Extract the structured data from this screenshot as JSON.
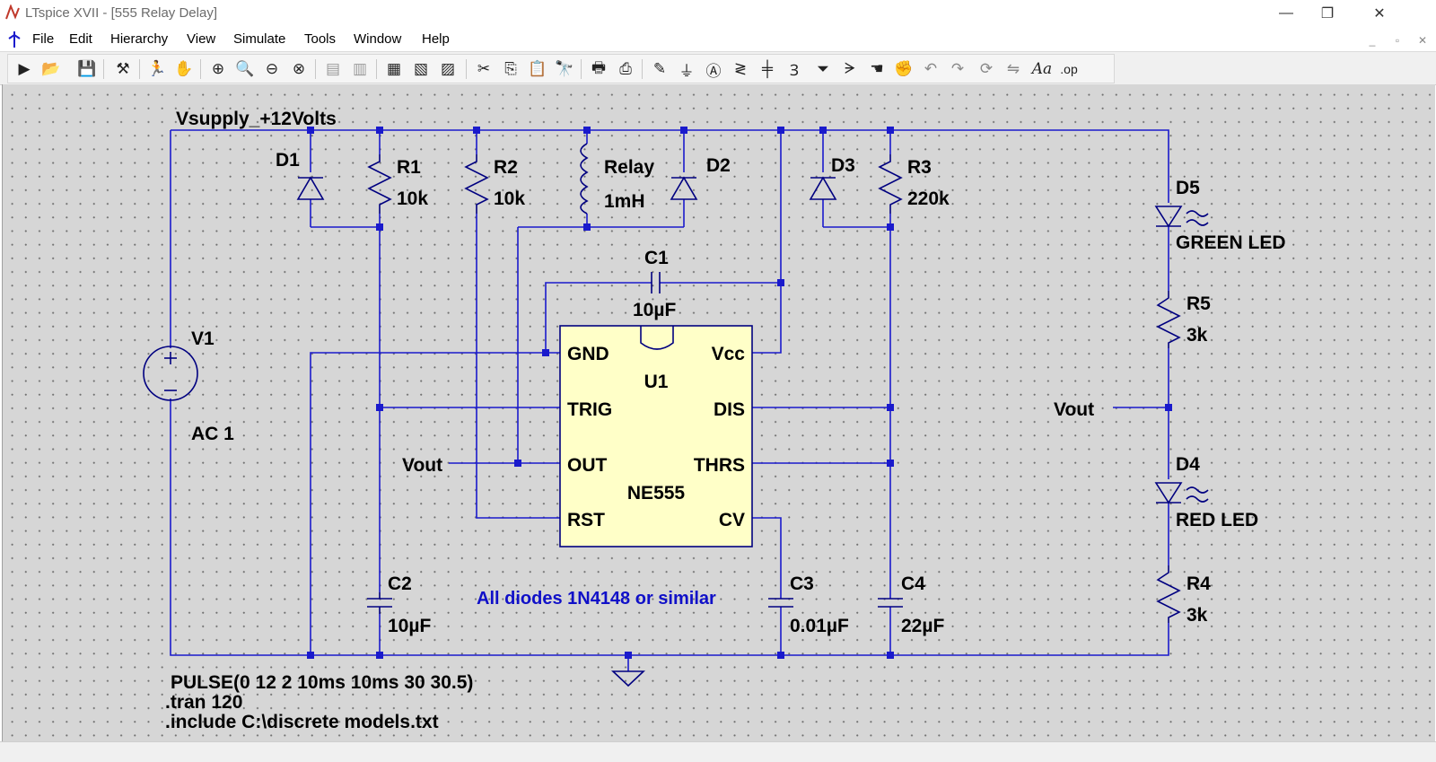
{
  "window": {
    "title": "LTspice XVII - [555 Relay Delay]",
    "minimize": "—",
    "restore": "❐",
    "close": "✕"
  },
  "menu": [
    "File",
    "Edit",
    "Hierarchy",
    "View",
    "Simulate",
    "Tools",
    "Window",
    "Help"
  ],
  "mdi": {
    "minimize": "_",
    "restore": "▫",
    "close": "✕"
  },
  "toolbar": [
    "run-icon",
    "open-icon",
    "save-icon",
    "control-panel-icon",
    "halt-icon",
    "pan-icon",
    "zoom-in-icon",
    "zoom-area-icon",
    "zoom-out-icon",
    "zoom-fit-icon",
    "tile-horizontal-icon",
    "tile-vertical-icon",
    "cascade-icon",
    "cut-icon",
    "copy-icon",
    "paste-icon",
    "find-icon",
    "print-icon",
    "print-setup-icon",
    "draw-wire-icon",
    "ground-icon",
    "label-net-icon",
    "resistor-icon",
    "capacitor-icon",
    "inductor-icon",
    "diode-icon",
    "component-icon",
    "move-icon",
    "drag-icon",
    "undo-icon",
    "redo-icon",
    "rotate-icon",
    "mirror-icon",
    "text-icon",
    "spice-directive-icon"
  ],
  "schematic": {
    "net_labels": {
      "supply": "Vsupply_+12Volts",
      "vout_left": "Vout",
      "vout_right": "Vout"
    },
    "components": {
      "D1": {
        "name": "D1"
      },
      "R1": {
        "name": "R1",
        "value": "10k"
      },
      "R2": {
        "name": "R2",
        "value": "10k"
      },
      "Relay": {
        "name": "Relay",
        "value": "1mH"
      },
      "D2": {
        "name": "D2"
      },
      "D3": {
        "name": "D3"
      },
      "R3": {
        "name": "R3",
        "value": "220k"
      },
      "D5": {
        "name": "D5",
        "value": "GREEN LED"
      },
      "R5": {
        "name": "R5",
        "value": "3k"
      },
      "D4": {
        "name": "D4",
        "value": "RED LED"
      },
      "R4": {
        "name": "R4",
        "value": "3k"
      },
      "C1": {
        "name": "C1",
        "value": "10µF"
      },
      "C2": {
        "name": "C2",
        "value": "10µF"
      },
      "C3": {
        "name": "C3",
        "value": "0.01µF"
      },
      "C4": {
        "name": "C4",
        "value": "22µF"
      },
      "V1": {
        "name": "V1",
        "value": "AC 1"
      },
      "U1": {
        "name": "U1",
        "part": "NE555",
        "pins": {
          "gnd": "GND",
          "trig": "TRIG",
          "out": "OUT",
          "rst": "RST",
          "vcc": "Vcc",
          "dis": "DIS",
          "thrs": "THRS",
          "cv": "CV"
        }
      }
    },
    "note": "All diodes 1N4148 or similar",
    "directives": [
      "PULSE(0 12 2 10ms 10ms 30 30.5)",
      ".tran 120",
      ".include C:\\discrete models.txt"
    ]
  },
  "colors": {
    "wire": "#1a1acc",
    "ic_fill": "#ffffc8",
    "canvas": "#d6d6d6",
    "note": "#1010c8"
  }
}
